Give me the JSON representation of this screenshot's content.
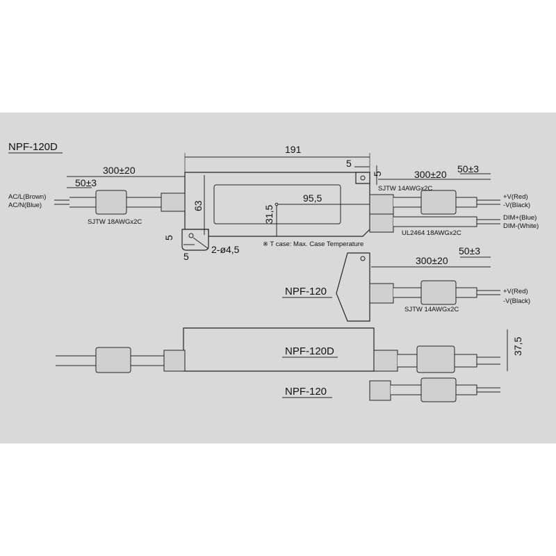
{
  "colors": {
    "background": "#d9d9d9",
    "line": "#222222"
  },
  "labels": {
    "model_top": "NPF-120D",
    "dim_191": "191",
    "dim_300_left": "300±20",
    "dim_50_left": "50±3",
    "dim_5_top": "5",
    "dim_5_top_v": "5",
    "dim_300_right": "300±20",
    "dim_50_right": "50±3",
    "dim_63": "63",
    "dim_31_5": "31,5",
    "dim_95_5": "95,5",
    "dim_5_hole_v": "5",
    "dim_5_hole_h": "5",
    "hole": "2-ø4,5",
    "ac_l": "AC/L(Brown)",
    "ac_n": "AC/N(Blue)",
    "sjtw_18": "SJTW 18AWGx2C",
    "sjtw_14_top": "SJTW 14AWGx2C",
    "vplus_top": "+V(Red)",
    "vminus_top": "-V(Black)",
    "dim_plus": "DIM+(Blue)",
    "dim_minus": "DIM-(White)",
    "ul2464": "UL2464 18AWGx2C",
    "tcase": "※ T case: Max. Case Temperature",
    "model_mid": "NPF-120",
    "dim_300_mid": "300±20",
    "dim_50_mid": "50±3",
    "vplus_mid": "+V(Red)",
    "vminus_mid": "-V(Black)",
    "sjtw_14_mid": "SJTW 14AWGx2C",
    "model_side_d": "NPF-120D",
    "dim_37_5": "37,5",
    "model_side": "NPF-120"
  }
}
